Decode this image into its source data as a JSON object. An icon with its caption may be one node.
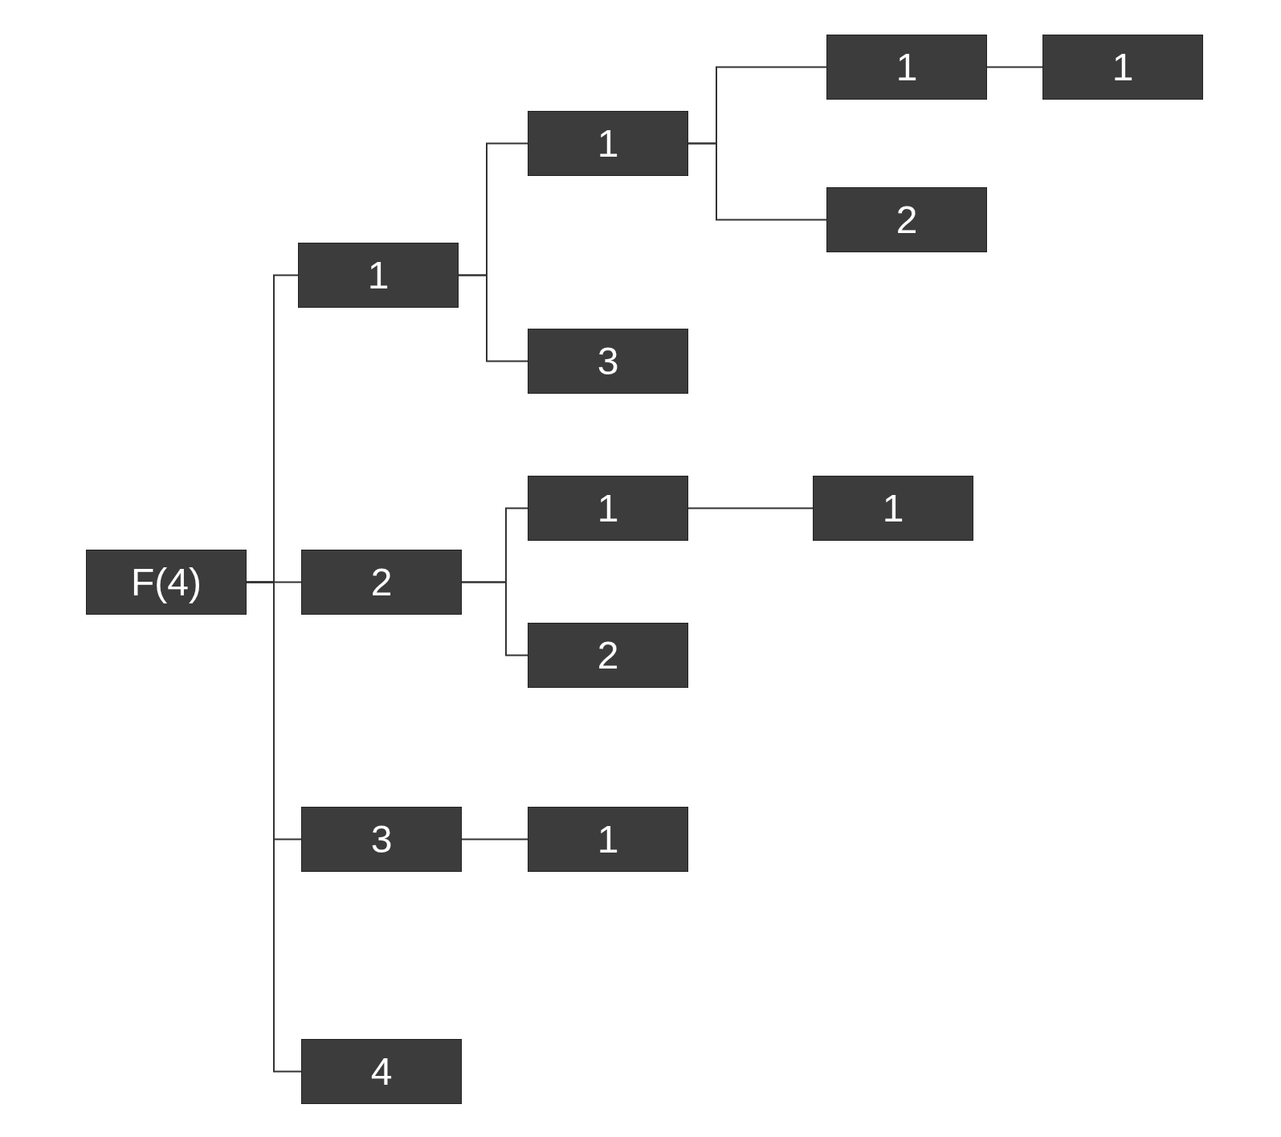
{
  "diagram": {
    "nodes": [
      {
        "text": [
          "F(4)"
        ]
      },
      {
        "text": [
          "1"
        ]
      },
      {
        "text": [
          "1"
        ]
      },
      {
        "text": [
          "1"
        ]
      },
      {
        "text": [
          "1"
        ]
      },
      {
        "text": [
          "2"
        ]
      },
      {
        "text": [
          "3"
        ]
      },
      {
        "text": [
          "2"
        ]
      },
      {
        "text": [
          "1"
        ]
      },
      {
        "text": [
          "1"
        ]
      },
      {
        "text": [
          "2"
        ]
      },
      {
        "text": [
          "3"
        ]
      },
      {
        "text": [
          "1"
        ]
      },
      {
        "text": [
          "4"
        ]
      }
    ],
    "edges": [
      {
        "from": 0,
        "to": 1,
        "arrow": "none"
      },
      {
        "from": 1,
        "to": 2,
        "arrow": "none"
      },
      {
        "from": 2,
        "to": 3,
        "arrow": "none"
      },
      {
        "from": 3,
        "to": 4,
        "arrow": "none"
      },
      {
        "from": 2,
        "to": 5,
        "arrow": "none"
      },
      {
        "from": 1,
        "to": 6,
        "arrow": "none"
      },
      {
        "from": 0,
        "to": 7,
        "arrow": "none"
      },
      {
        "from": 7,
        "to": 8,
        "arrow": "none"
      },
      {
        "from": 8,
        "to": 9,
        "arrow": "none"
      },
      {
        "from": 7,
        "to": 10,
        "arrow": "none"
      },
      {
        "from": 0,
        "to": 11,
        "arrow": "none"
      },
      {
        "from": 11,
        "to": 12,
        "arrow": "none"
      },
      {
        "from": 0,
        "to": 13,
        "arrow": "none"
      }
    ]
  }
}
